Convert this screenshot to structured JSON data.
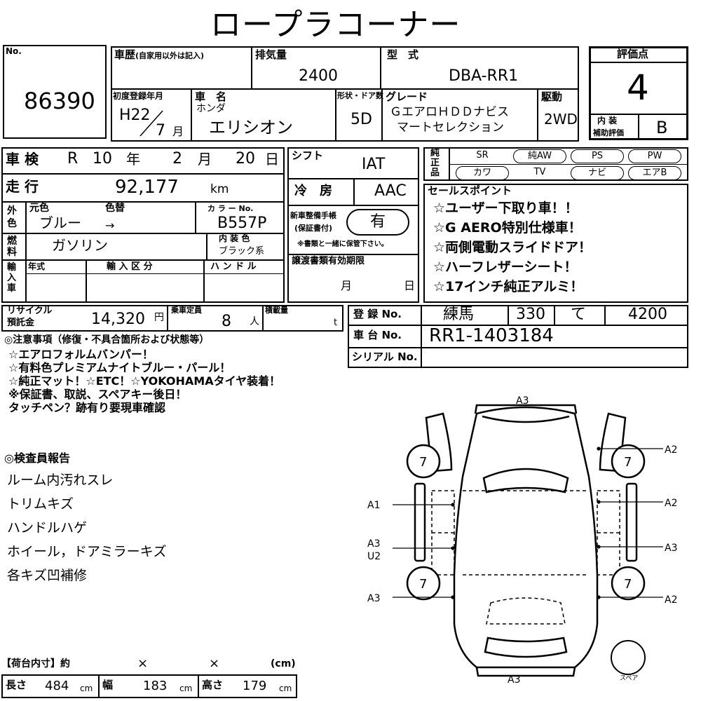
{
  "header": {
    "title": "ロープラコーナー"
  },
  "lot": {
    "label": "No.",
    "number": "86390"
  },
  "history": {
    "label": "車歴",
    "sub": "(自家用以外は記入)"
  },
  "displacement": {
    "label": "排気量",
    "value": "2400"
  },
  "model": {
    "label": "型　式",
    "value": "DBA-RR1"
  },
  "grade_score": {
    "label": "評価点",
    "value": "4"
  },
  "first_reg": {
    "label": "初度登録年月",
    "era": "H22",
    "month": "7",
    "month_unit": "月"
  },
  "car_name": {
    "label": "車　名",
    "maker": "ホンダ",
    "name": "エリシオン"
  },
  "doors": {
    "label": "形状・ドア数",
    "value": "5D"
  },
  "grade": {
    "label": "グレード",
    "line1": "ＧエアロＨＤＤナビス",
    "line2": "マートセレクション"
  },
  "drive": {
    "label": "駆動",
    "value": "2WD"
  },
  "interior": {
    "label1": "内 装",
    "label2": "補助評価",
    "value": "B"
  },
  "inspection": {
    "label": "車 検",
    "era": "R",
    "year": "10",
    "year_unit": "年",
    "month": "2",
    "month_unit": "月",
    "day": "20",
    "day_unit": "日"
  },
  "shift": {
    "label": "シフト",
    "value": "IAT"
  },
  "equipment": {
    "label": "純正品",
    "items": [
      {
        "label": "SR",
        "circled": false
      },
      {
        "label": "純AW",
        "circled": true
      },
      {
        "label": "PS",
        "circled": true
      },
      {
        "label": "PW",
        "circled": true
      },
      {
        "label": "カワ",
        "circled": true
      },
      {
        "label": "TV",
        "circled": false
      },
      {
        "label": "ナビ",
        "circled": true
      },
      {
        "label": "エアB",
        "circled": true
      }
    ]
  },
  "mileage": {
    "label": "走 行",
    "value": "92,177",
    "unit": "km"
  },
  "ac": {
    "label": "冷　房",
    "value": "AAC"
  },
  "color": {
    "outer_label": "外色",
    "orig_label": "元色",
    "change_label": "色替",
    "orig": "ブルー",
    "arrow": "→",
    "code_label": "カ ラ ー No.",
    "code": "B557P"
  },
  "maintenance": {
    "label1": "新車整備手帳",
    "label2": "(保証書付)",
    "value": "有",
    "note": "※書類と一緒に保管下さい。"
  },
  "fuel": {
    "label": "燃料",
    "value": "ガソリン",
    "interior_label": "内 装 色",
    "interior_value": "ブラック系"
  },
  "sales_points": {
    "label": "セールスポイント",
    "items": [
      "☆ユーザー下取り車！！",
      "☆G AERO特別仕様車！",
      "☆両側電動スライドドア！",
      "☆ハーフレザーシート！",
      "☆17インチ純正アルミ！"
    ]
  },
  "import": {
    "label": "輸入車",
    "year_label": "年式",
    "type_label": "輸 入 区 分",
    "handle_label": "ハ ン ド ル"
  },
  "transfer": {
    "label": "譲渡書類有効期限",
    "month_unit": "月",
    "day_unit": "日"
  },
  "recycle": {
    "label1": "リサイクル",
    "label2": "預託金",
    "value": "14,320",
    "unit": "円"
  },
  "capacity": {
    "label": "乗車定員",
    "value": "8",
    "unit": "人"
  },
  "load": {
    "label": "積載量",
    "unit": "t"
  },
  "registration": {
    "label": "登 録 No.",
    "region": "練馬",
    "class": "330",
    "kana": "て",
    "number": "4200"
  },
  "chassis": {
    "label": "車 台 No.",
    "value": "RR1-1403184"
  },
  "serial": {
    "label": "シリアル No."
  },
  "notes": {
    "label": "◎注意事項（修復・不具合箇所および状態等）",
    "lines": [
      "☆エアロフォルムバンパー！",
      "☆有料色プレミアムナイトブルー・パール！",
      "☆純正マット！☆ETC！☆YOKOHAMAタイヤ装着！",
      "※保証書、取説、スペアキー後日！",
      "タッチペン？跡有り要現車確認"
    ]
  },
  "inspector": {
    "label": "◎検査員報告",
    "lines": [
      "ルーム内汚れスレ",
      "トリムキズ",
      "ハンドルハゲ",
      "ホイール，ドアミラーキズ",
      "各キズ凹補修"
    ]
  },
  "cargo": {
    "label": "【荷台内寸】約",
    "x1": "×",
    "x2": "×",
    "unit": "(cm)",
    "length_label": "長さ",
    "length": "484",
    "length_unit": "cm",
    "width_label": "幅",
    "width": "183",
    "width_unit": "cm",
    "height_label": "高さ",
    "height": "179",
    "height_unit": "cm"
  },
  "diagram": {
    "top": "A3",
    "bottom": "A3",
    "left": [
      "A1",
      "A3",
      "U2",
      "A3"
    ],
    "right": [
      "A2",
      "A2",
      "A3",
      "A2"
    ],
    "tires": [
      "7",
      "7",
      "7",
      "7"
    ],
    "spare": "スペア"
  }
}
